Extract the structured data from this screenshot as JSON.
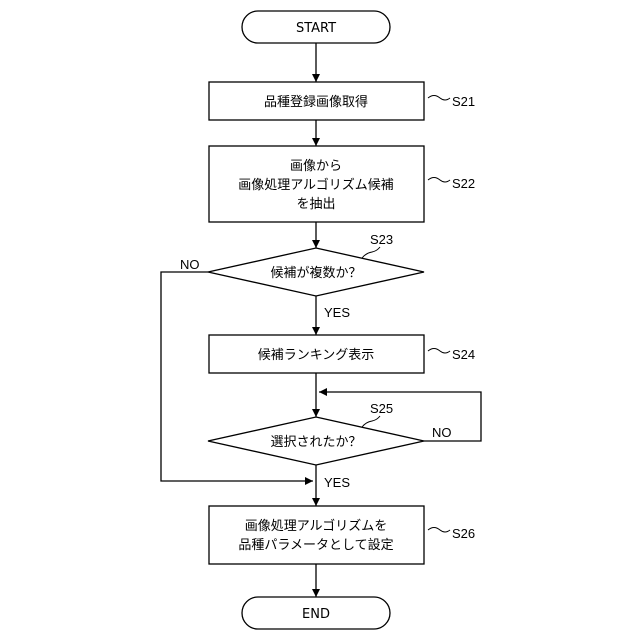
{
  "flowchart": {
    "start": "START",
    "end": "END",
    "steps": {
      "s21": {
        "lines": [
          "品種登録画像取得"
        ],
        "tag": "S21"
      },
      "s22": {
        "lines": [
          "画像から",
          "画像処理アルゴリズム候補",
          "を抽出"
        ],
        "tag": "S22"
      },
      "s23": {
        "lines": [
          "候補が複数か？"
        ],
        "tag": "S23"
      },
      "s24": {
        "lines": [
          "候補ランキング表示"
        ],
        "tag": "S24"
      },
      "s25": {
        "lines": [
          "選択されたか？"
        ],
        "tag": "S25"
      },
      "s26": {
        "lines": [
          "画像処理アルゴリズムを",
          "品種パラメータとして設定"
        ],
        "tag": "S26"
      }
    },
    "branches": {
      "s23_yes": "YES",
      "s23_no": "NO",
      "s25_yes": "YES",
      "s25_no": "NO"
    }
  }
}
